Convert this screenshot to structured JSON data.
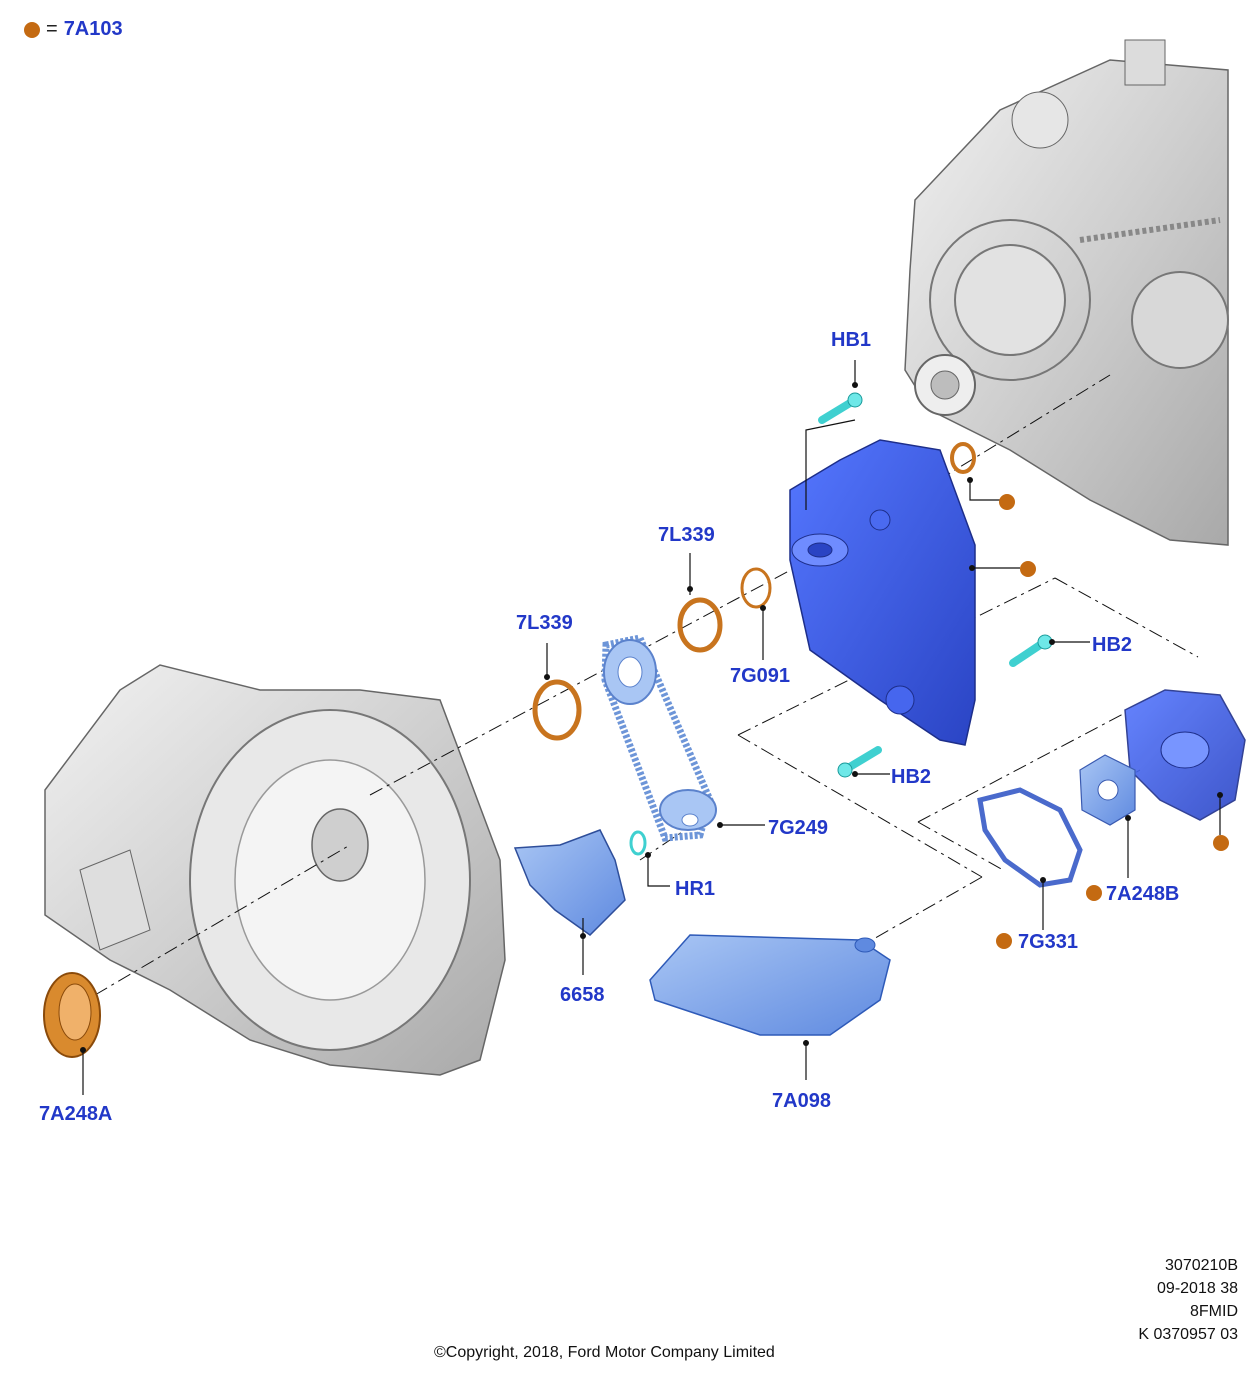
{
  "legend": {
    "symbol": "dot-marker",
    "equals": "=",
    "code": "7A103"
  },
  "labels": {
    "hb1": "HB1",
    "l339_upper": "7L339",
    "l339_lower": "7L339",
    "g091": "7G091",
    "hb2_upper": "HB2",
    "hb2_lower": "HB2",
    "g249": "7G249",
    "hr1": "HR1",
    "p6658": "6658",
    "a248a": "7A248A",
    "a098": "7A098",
    "a248b": "7A248B",
    "g331": "7G331"
  },
  "meta": {
    "line1": "3070210B",
    "line2": "09-2018 38",
    "line3": "8FMID",
    "line4": "K 0370957 03"
  },
  "copyright": "©Copyright, 2018, Ford Motor Company Limited",
  "colors": {
    "label": "#2238c8",
    "marker": "#c46a12",
    "part_blue": "#3a5ee0",
    "part_lightblue": "#7ea6e8",
    "bolt": "#3fd0d0",
    "seal": "#c8741e",
    "housing": "#d8d8d8"
  }
}
